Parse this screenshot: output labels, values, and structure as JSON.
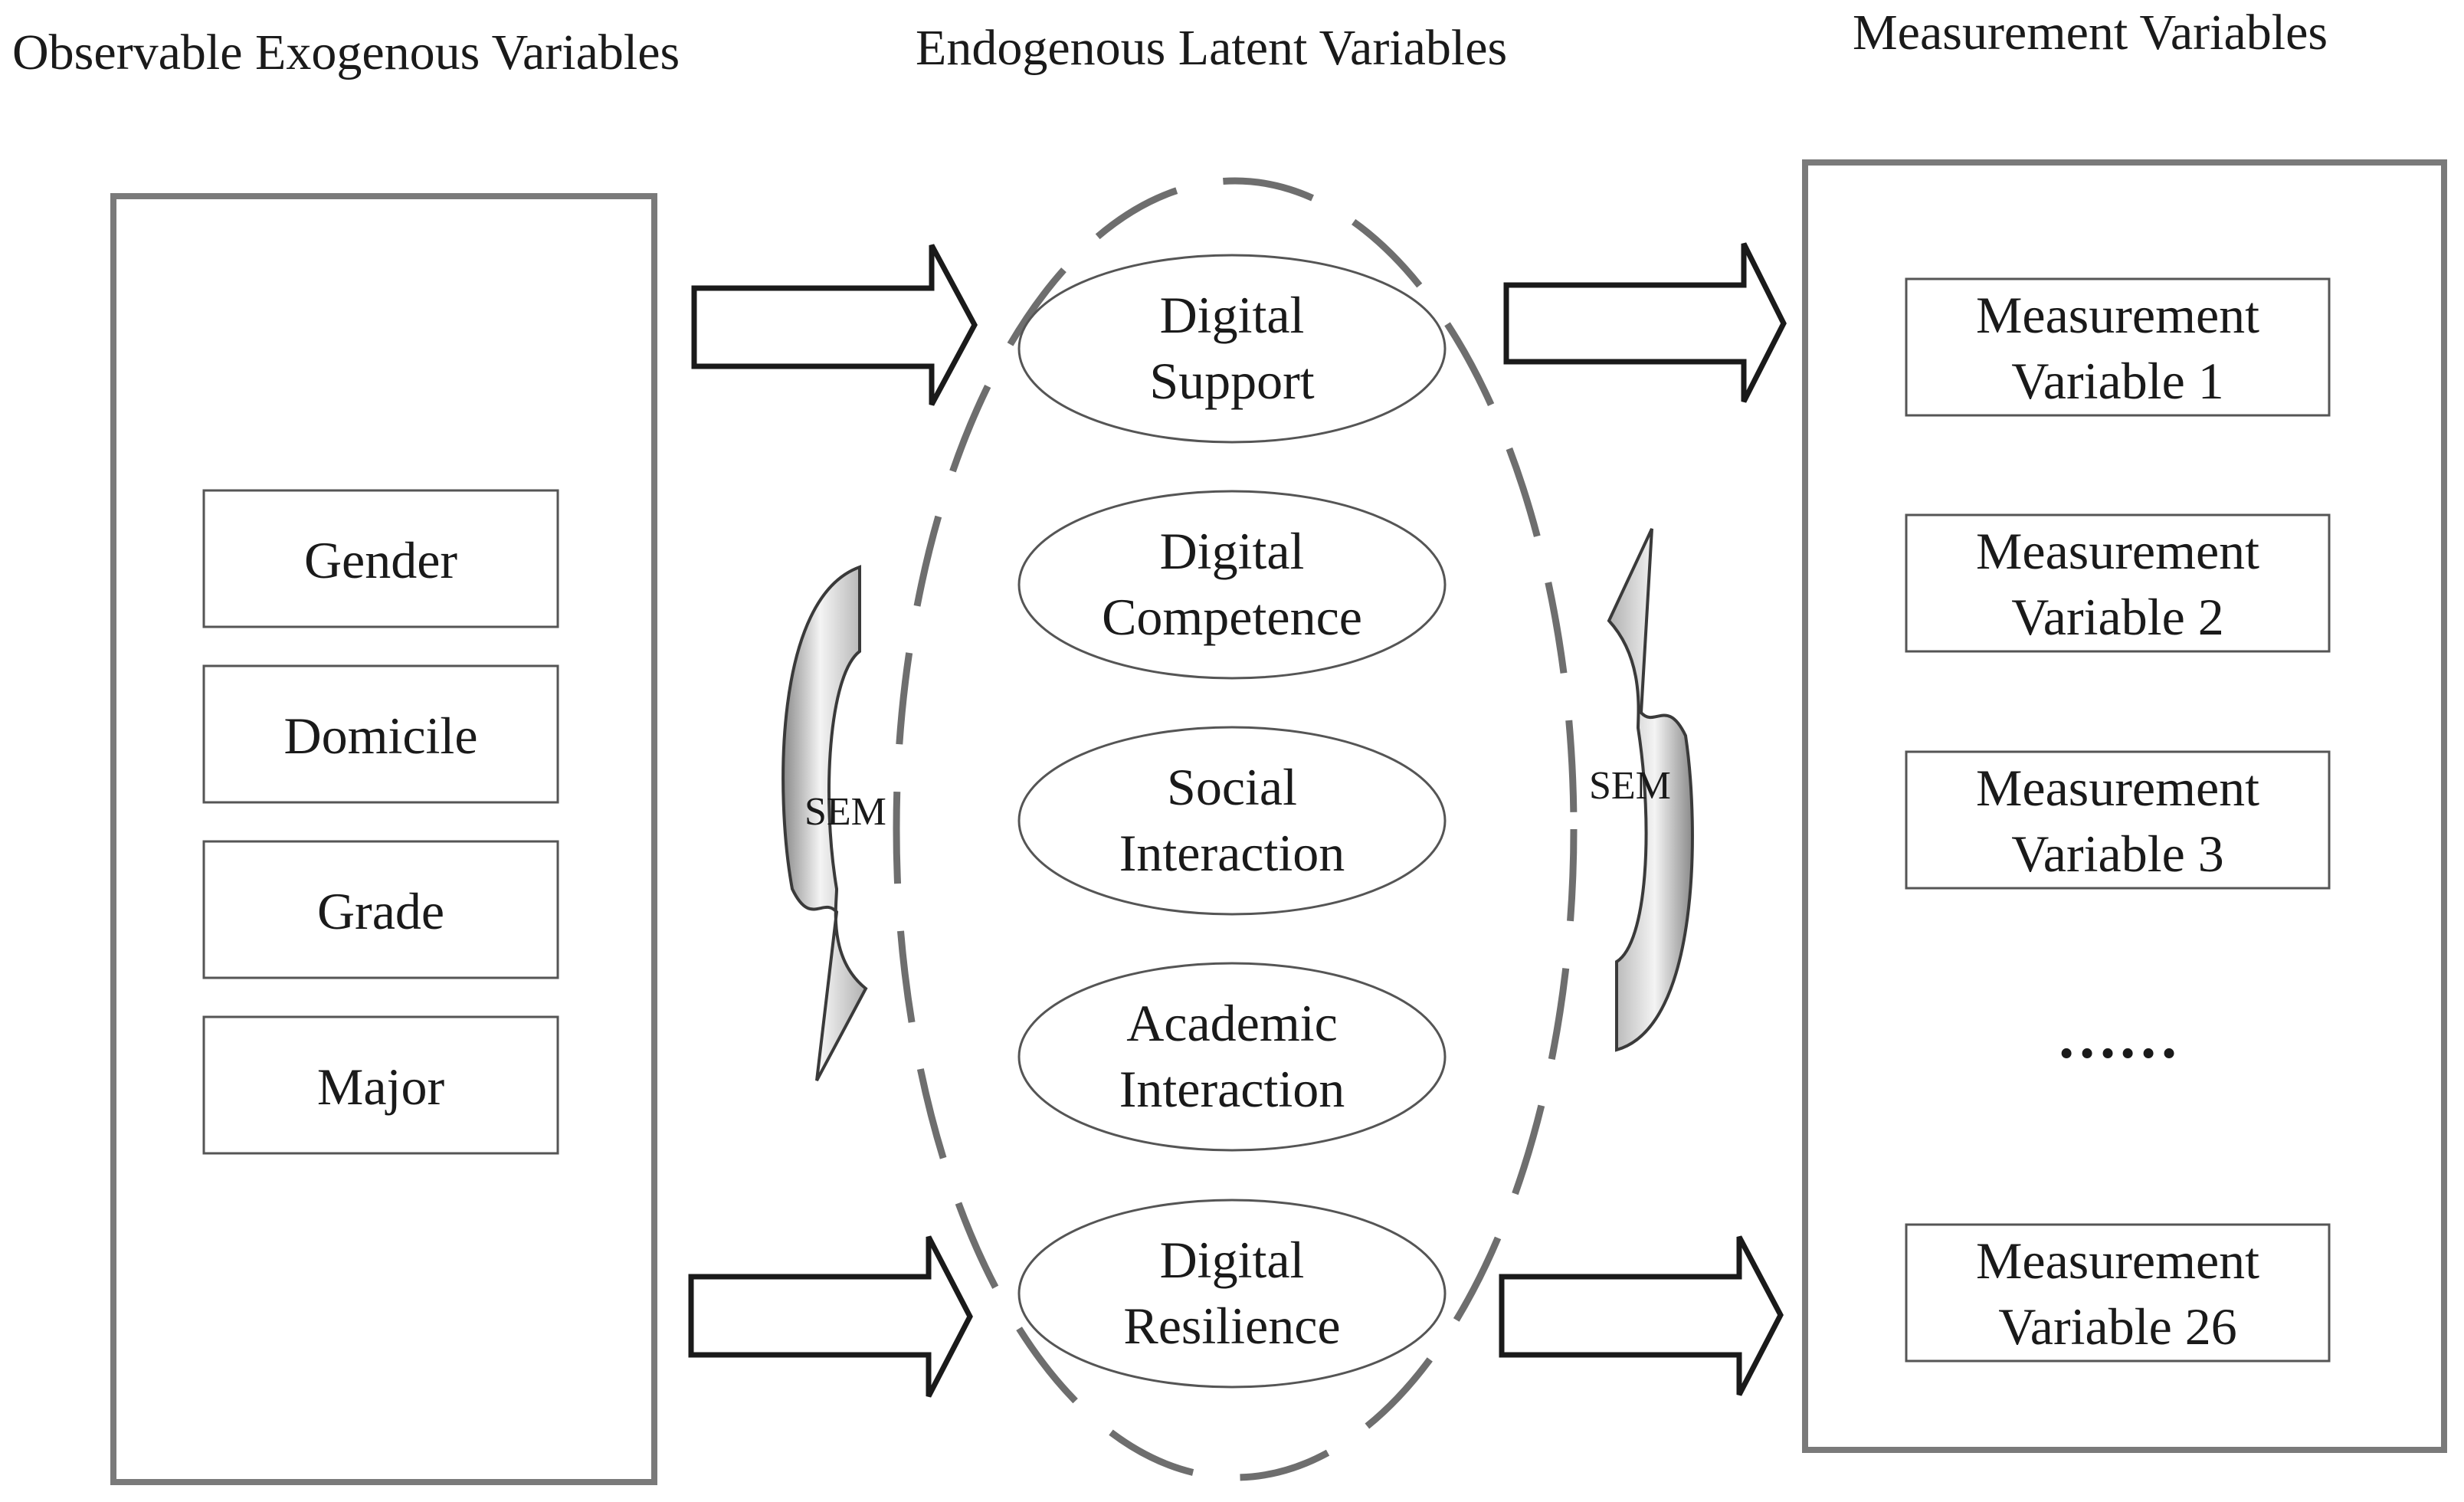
{
  "headings": {
    "exogenous": "Observable Exogenous Variables",
    "endogenous": "Endogenous Latent Variables",
    "measurement": "Measurement Variables"
  },
  "exogenous_variables": [
    "Gender",
    "Domicile",
    "Grade",
    "Major"
  ],
  "latent_variables": [
    {
      "line1": "Digital",
      "line2": "Support"
    },
    {
      "line1": "Digital",
      "line2": "Competence"
    },
    {
      "line1": "Social",
      "line2": "Interaction"
    },
    {
      "line1": "Academic",
      "line2": "Interaction"
    },
    {
      "line1": "Digital",
      "line2": "Resilience"
    }
  ],
  "measurement_variables": [
    {
      "line1": "Measurement",
      "line2": "Variable 1"
    },
    {
      "line1": "Measurement",
      "line2": "Variable 2"
    },
    {
      "line1": "Measurement",
      "line2": "Variable 3"
    },
    {
      "line1": "Measurement",
      "line2": "Variable 26"
    }
  ],
  "measurement_ellipsis": "……",
  "sem_labels": {
    "left": "SEM",
    "right": "SEM"
  }
}
